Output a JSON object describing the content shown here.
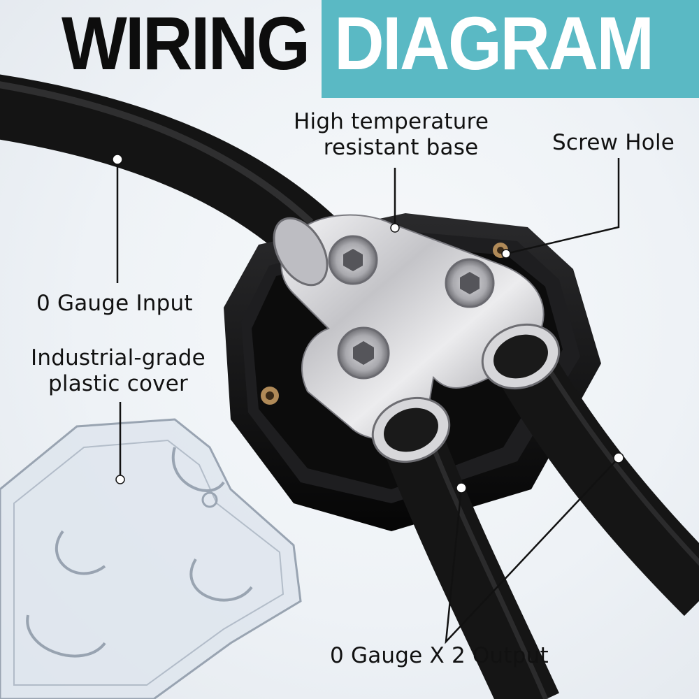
{
  "title": {
    "left": "WIRING",
    "right": "DIAGRAM"
  },
  "labels": {
    "base_line1": "High temperature",
    "base_line2": "resistant base",
    "screw_hole": "Screw Hole",
    "input": "0 Gauge Input",
    "cover_line1": "Industrial-grade",
    "cover_line2": "plastic cover",
    "output": "0 Gauge X 2 Output"
  },
  "colors": {
    "accent": "#5ab9c4",
    "title_text": "#0d0d0d",
    "cable": "#1c1c1c",
    "base": "#141414",
    "chrome": "#cfcfd2"
  }
}
